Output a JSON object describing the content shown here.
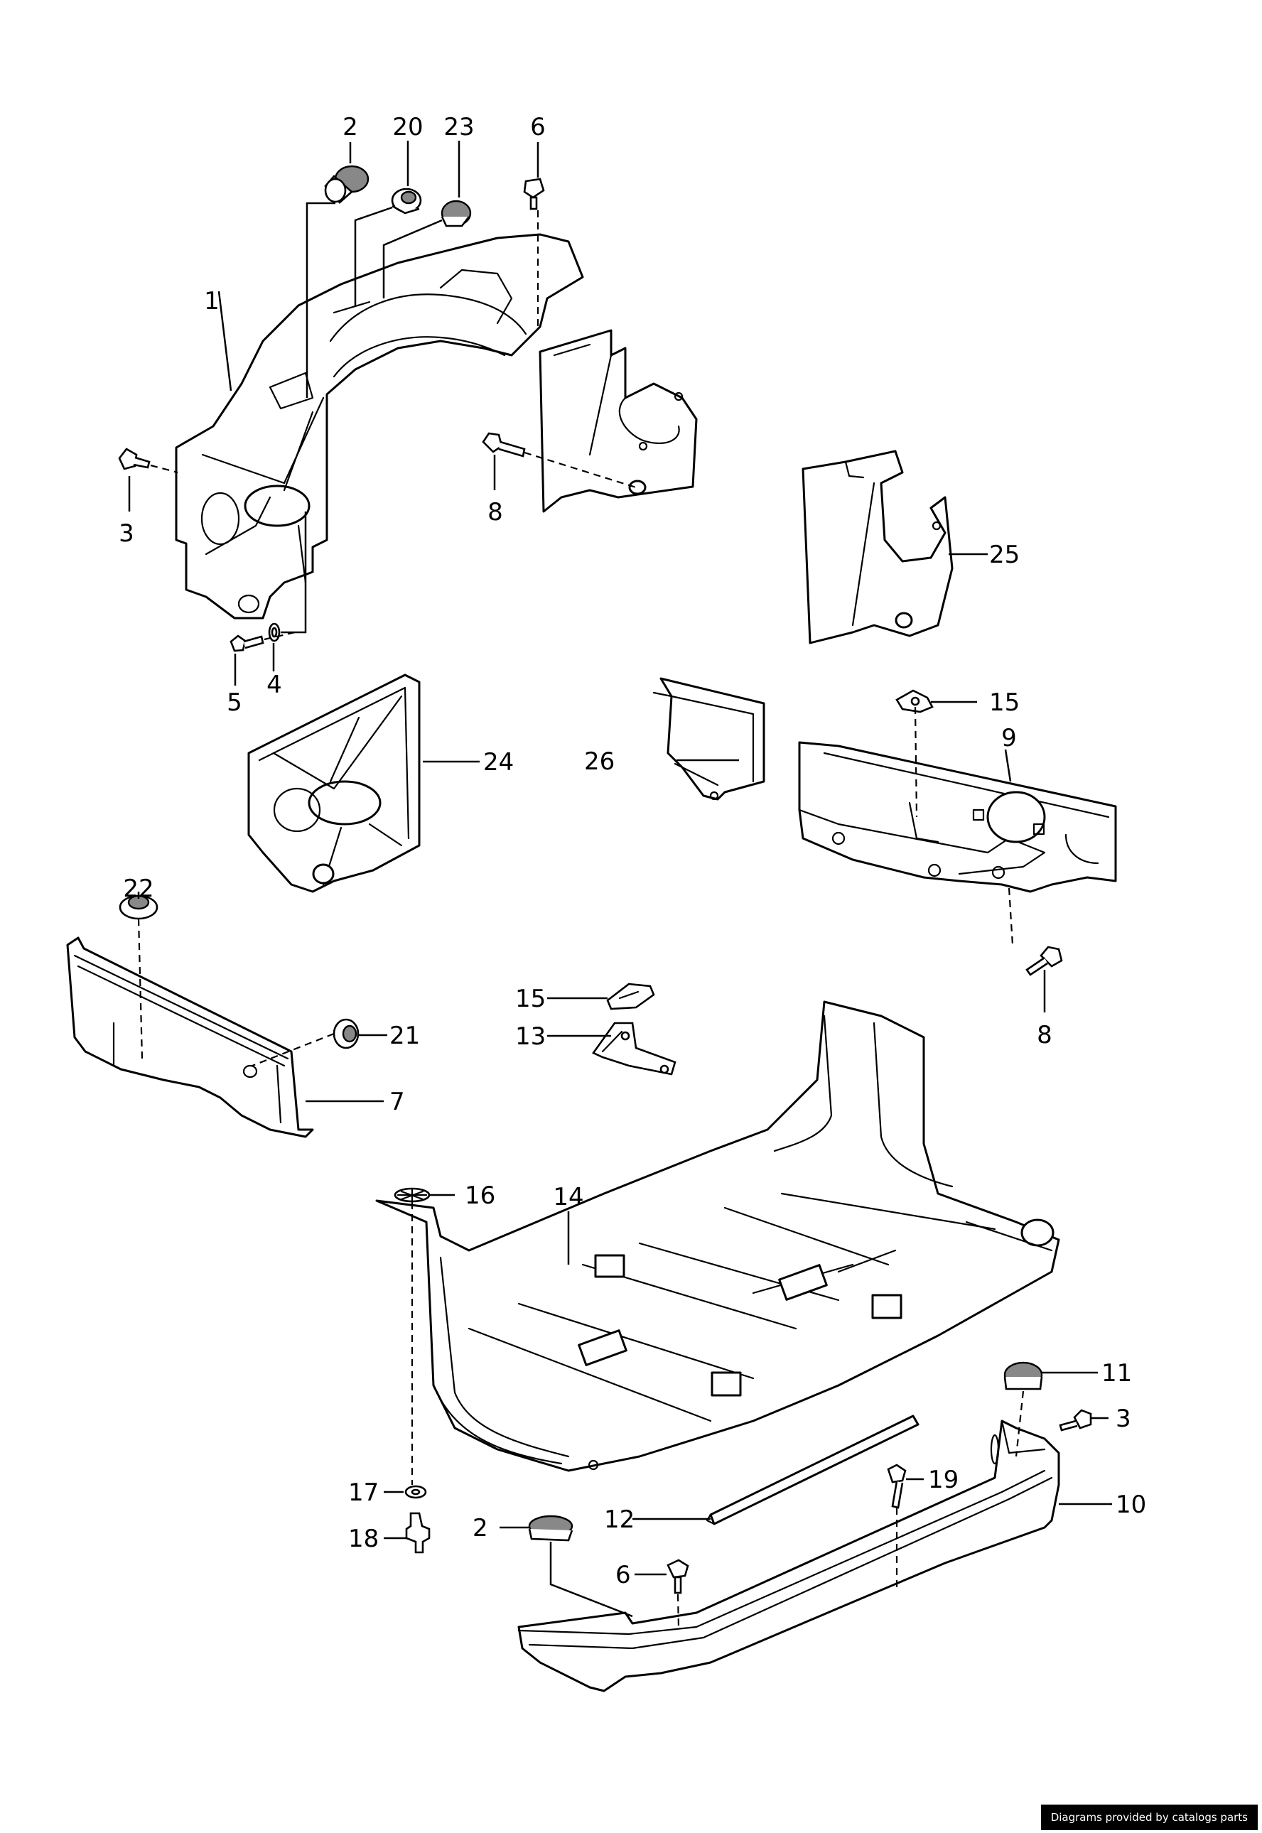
{
  "diagram": {
    "callouts": [
      "1",
      "2",
      "20",
      "23",
      "6",
      "3",
      "8",
      "4",
      "5",
      "25",
      "24",
      "26",
      "15",
      "9",
      "22",
      "21",
      "7",
      "15",
      "13",
      "8",
      "16",
      "14",
      "11",
      "3",
      "10",
      "19",
      "17",
      "12",
      "2",
      "18",
      "6"
    ]
  },
  "footer": {
    "credit": "Diagrams provided by catalogs parts"
  }
}
